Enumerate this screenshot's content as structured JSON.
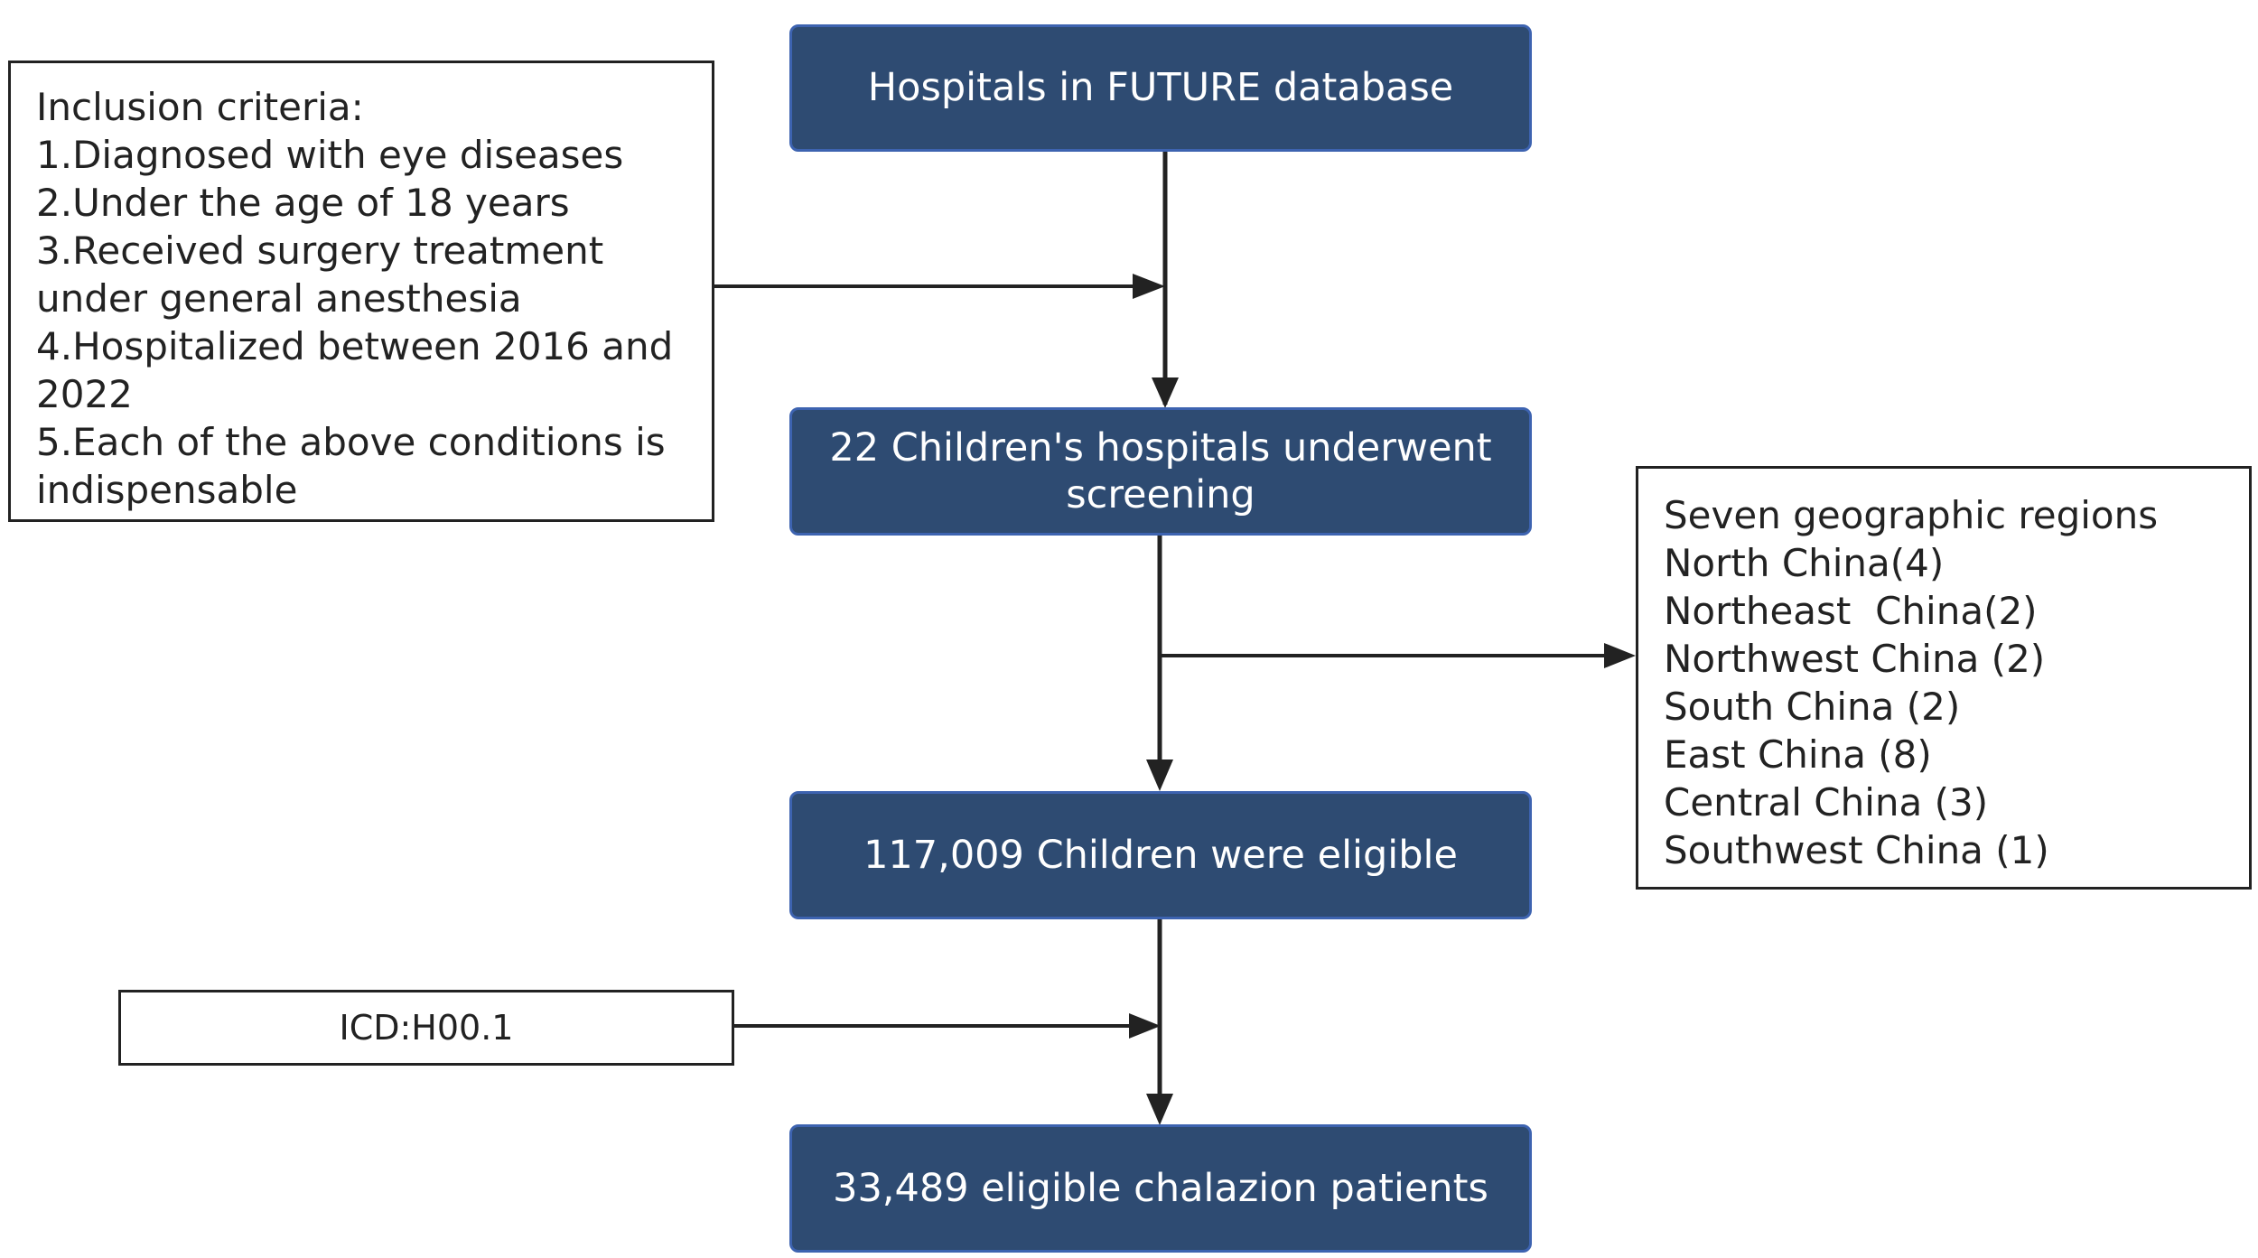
{
  "flowchart": {
    "steps": [
      {
        "lines": [
          "Hospitals in FUTURE database"
        ]
      },
      {
        "lines": [
          "22 Children's hospitals underwent",
          "screening"
        ]
      },
      {
        "lines": [
          "117,009 Children were eligible"
        ]
      },
      {
        "lines": [
          "33,489 eligible chalazion patients"
        ]
      }
    ],
    "inclusion_criteria": {
      "lines": [
        "Inclusion criteria:",
        "1.Diagnosed with eye diseases",
        "2.Under the age of 18 years",
        "3.Received surgery treatment",
        "under general anesthesia",
        "4.Hospitalized between 2016 and",
        "2022",
        "5.Each of the above conditions is",
        "indispensable"
      ]
    },
    "regions": {
      "lines": [
        "Seven geographic regions",
        "North China(4)",
        "Northeast  China(2)",
        "Northwest China (2)",
        "South China (2)",
        "East China (8)",
        "Central China (3)",
        "Southwest China (1)"
      ]
    },
    "icd_filter": "ICD:H00.1",
    "colors": {
      "box_fill": "#2e4b72",
      "box_border": "#3d63b0",
      "box_text": "#ffffff",
      "line": "#222222"
    }
  }
}
